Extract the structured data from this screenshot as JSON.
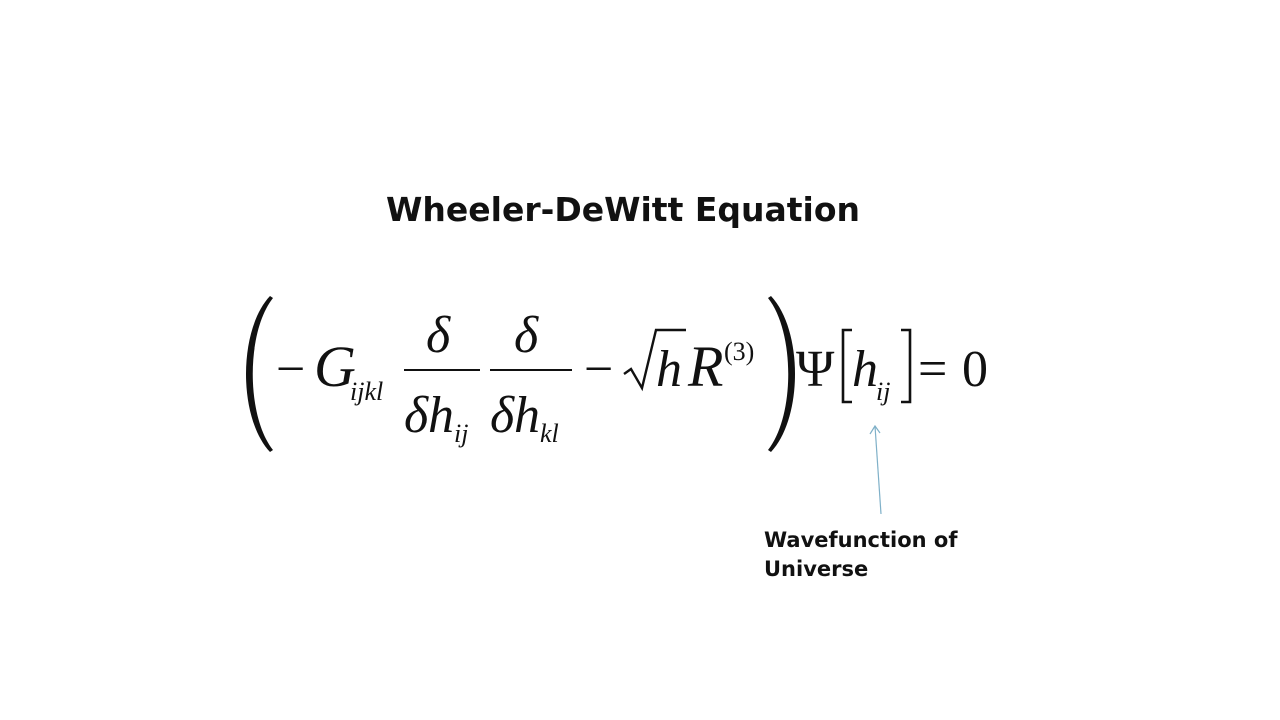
{
  "title": "Wheeler-DeWitt Equation",
  "equation": {
    "minus": "−",
    "G": "G",
    "G_sub": "ijkl",
    "delta": "δ",
    "h": "h",
    "sub_ij": "ij",
    "sub_kl": "kl",
    "R": "R",
    "R_sup": "(3)",
    "psi": "Ψ",
    "equals": "=",
    "zero": "0"
  },
  "annotation": {
    "line1": "Wavefunction of",
    "line2": "Universe"
  },
  "colors": {
    "text": "#111111",
    "arrow": "#7fb0c8"
  }
}
